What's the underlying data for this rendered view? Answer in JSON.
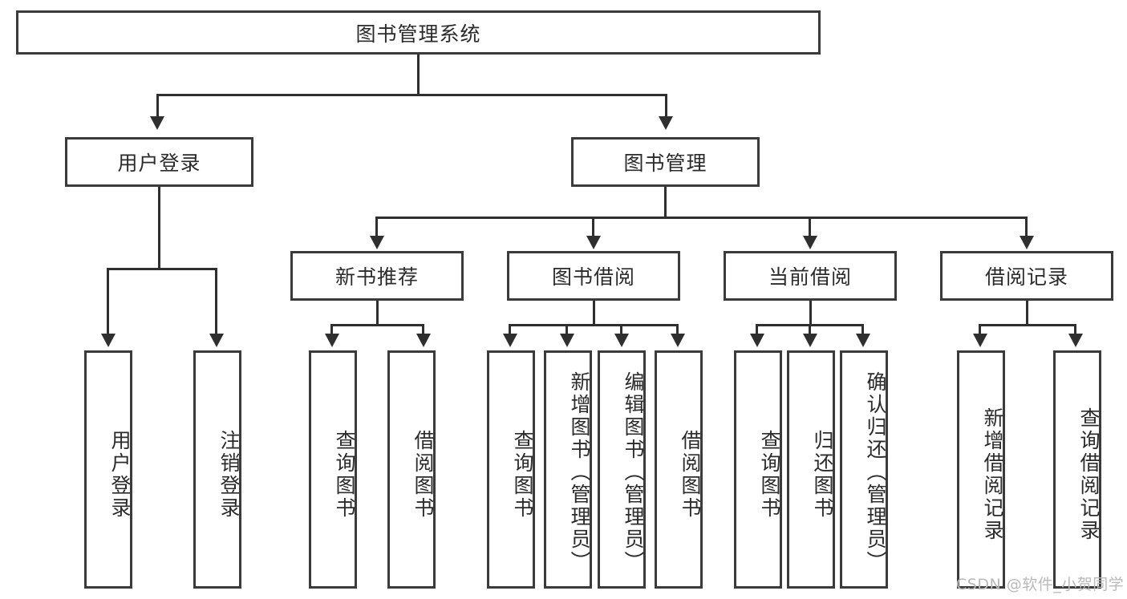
{
  "diagram": {
    "title": "图书管理系统",
    "type": "tree-hierarchy",
    "root": {
      "label": "图书管理系统"
    },
    "level2": [
      {
        "label": "用户登录"
      },
      {
        "label": "图书管理"
      }
    ],
    "level3": [
      {
        "label": "新书推荐"
      },
      {
        "label": "图书借阅"
      },
      {
        "label": "当前借阅"
      },
      {
        "label": "借阅记录"
      }
    ],
    "leaves": {
      "user_login": [
        {
          "label": "用户登录"
        },
        {
          "label": "注销登录"
        }
      ],
      "new_book_recommend": [
        {
          "label": "查询图书"
        },
        {
          "label": "借阅图书"
        }
      ],
      "book_borrow": [
        {
          "label": "查询图书"
        },
        {
          "label": "新增图书（管理员）"
        },
        {
          "label": "编辑图书（管理员）"
        },
        {
          "label": "借阅图书"
        }
      ],
      "current_borrow": [
        {
          "label": "查询图书"
        },
        {
          "label": "归还图书"
        },
        {
          "label": "确认归还（管理员）"
        }
      ],
      "borrow_record": [
        {
          "label": "新增借阅记录"
        },
        {
          "label": "查询借阅记录"
        }
      ]
    }
  },
  "watermark": {
    "text": "CSDN @软件_小贺同学"
  },
  "colors": {
    "border": "#3b3b3b",
    "connector": "#2f2f2f",
    "text": "#2b2b2b",
    "background": "#ffffff",
    "watermark": "#b9b9b9"
  }
}
